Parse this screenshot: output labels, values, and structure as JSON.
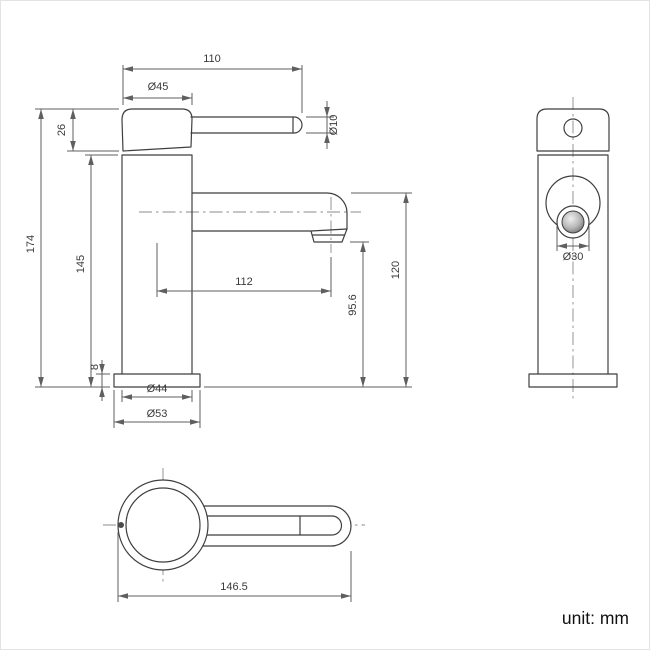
{
  "dims": {
    "lever_length": "110",
    "handle_dia": "Ø45",
    "handle_height": "26",
    "lever_dia": "Ø10",
    "total_height": "174",
    "body_height": "145",
    "spout_reach": "112",
    "outlet_height": "95.6",
    "spout_top_height": "120",
    "base_height": "8",
    "body_dia": "Ø44",
    "base_dia": "Ø53",
    "aerator_dia": "Ø30",
    "overall_length": "146.5"
  },
  "note": {
    "unit": "unit: mm"
  },
  "colors": {
    "line": "#3f3f3f",
    "dimension": "#5f5f5f",
    "centerline": "#8b8b8b",
    "background": "#ffffff"
  }
}
